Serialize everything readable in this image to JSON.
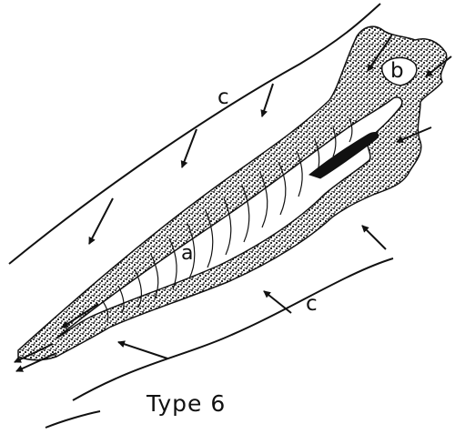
{
  "labels": {
    "a": "a",
    "b": "b",
    "c_top": "c",
    "c_bottom": "c"
  },
  "caption": "Type 6",
  "colors": {
    "ink": "#111111",
    "background": "#ffffff"
  }
}
